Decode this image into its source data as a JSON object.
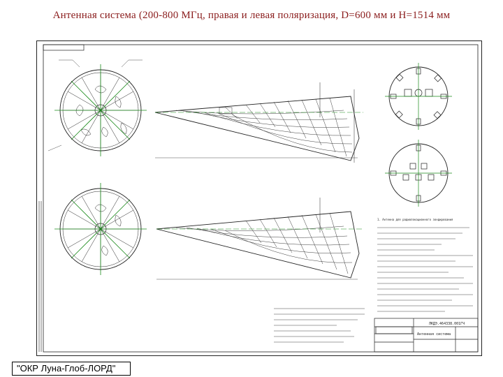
{
  "page": {
    "title": "Антенная система (200-800 МГц, правая и левая поляризация, D=600 мм и H=1514 мм",
    "footer_label": "\"ОКР Луна-Глоб-ЛОРД\""
  },
  "drawing": {
    "stamp_number": "ЛКДЭ.464338.001ГЧ",
    "stamp_name": "Антенная система",
    "notes_header": "1. Антенна для радиолокационного зондирования",
    "colors": {
      "line": "#1a1a1a",
      "axis": "#1a8a1a",
      "title": "#8a1c1c"
    }
  }
}
